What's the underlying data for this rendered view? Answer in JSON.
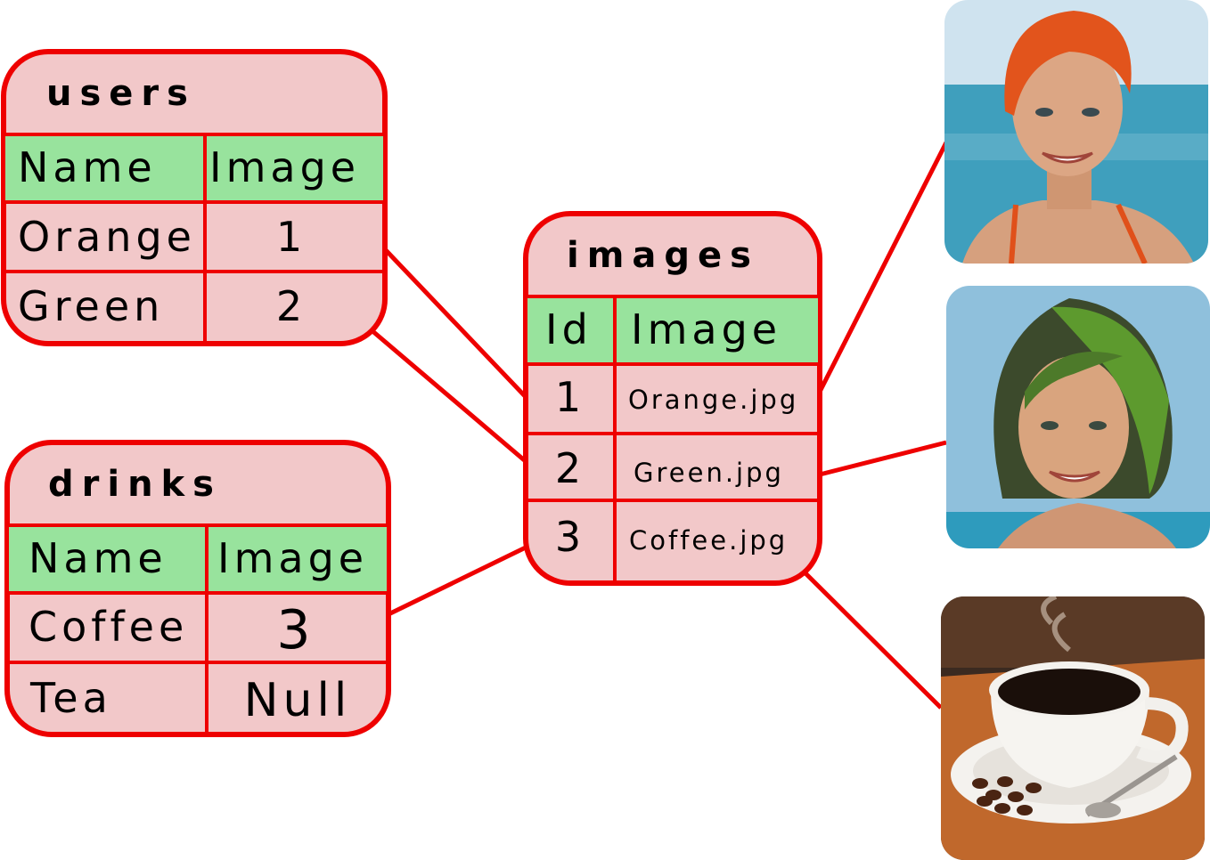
{
  "users": {
    "title": "users",
    "headers": [
      "Name",
      "Image"
    ],
    "rows": [
      [
        "Orange",
        "1"
      ],
      [
        "Green",
        "2"
      ]
    ]
  },
  "drinks": {
    "title": "drinks",
    "headers": [
      "Name",
      "Image"
    ],
    "rows": [
      [
        "Coffee",
        "3"
      ],
      [
        "Tea",
        "Null"
      ]
    ]
  },
  "images": {
    "title": "images",
    "headers": [
      "Id",
      "Image"
    ],
    "rows": [
      [
        "1",
        "Orange.jpg"
      ],
      [
        "2",
        "Green.jpg"
      ],
      [
        "3",
        "Coffee.jpg"
      ]
    ]
  },
  "pictures": [
    {
      "icon": "orange-haired-woman-photo",
      "sky": "#cfe3ef",
      "sea": "#3f9fbd",
      "hair": "#e2541c",
      "skin": "#d9a27c"
    },
    {
      "icon": "green-haired-woman-photo",
      "sky": "#8fc0dc",
      "sea": "#2e9bbd",
      "hair": "#4d7a2a",
      "skin": "#d6a07a"
    },
    {
      "icon": "coffee-cup-photo",
      "bg": "#3b2a20",
      "table": "#c0682c",
      "cup": "#f4f2ee",
      "coffee": "#1a0f0a"
    }
  ]
}
